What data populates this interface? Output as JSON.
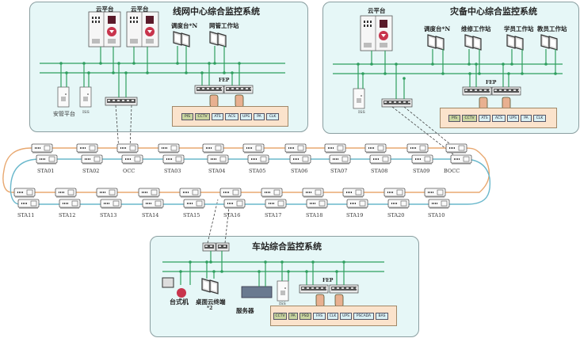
{
  "diagram": {
    "line_center": {
      "title": "线网中心综合监控系统",
      "cloud_platforms": [
        "云平台",
        "云平台"
      ],
      "workstations": [
        {
          "label": "调度台*N"
        },
        {
          "label": "网管工作站"
        }
      ],
      "fep_label": "FEP",
      "servers": [
        {
          "label": "安管平台"
        },
        {
          "label": "ISS"
        }
      ],
      "subsystems": [
        {
          "label": "PIS",
          "style": "green"
        },
        {
          "label": "CCTV",
          "style": "green"
        },
        {
          "label": "ATS",
          "style": "blue"
        },
        {
          "label": "ACS",
          "style": "blue"
        },
        {
          "label": "UPS",
          "style": "blue"
        },
        {
          "label": "PA",
          "style": "blue"
        },
        {
          "label": "CLK",
          "style": "blue"
        }
      ]
    },
    "backup_center": {
      "title": "灾备中心综合监控系统",
      "cloud_platforms": [
        "云平台"
      ],
      "workstations": [
        {
          "label": "调度台*N"
        },
        {
          "label": "维修工作站"
        },
        {
          "label": "学员工作站"
        },
        {
          "label": "教员工作站"
        }
      ],
      "fep_label": "FEP",
      "servers": [
        {
          "label": "ISS"
        }
      ],
      "subsystems": [
        {
          "label": "PIS",
          "style": "green"
        },
        {
          "label": "CCTV",
          "style": "green"
        },
        {
          "label": "ATS",
          "style": "blue"
        },
        {
          "label": "ACS",
          "style": "blue"
        },
        {
          "label": "UPS",
          "style": "blue"
        },
        {
          "label": "PA",
          "style": "blue"
        },
        {
          "label": "CLK",
          "style": "blue"
        }
      ]
    },
    "ring": {
      "top_row": [
        "STA01",
        "STA02",
        "OCC",
        "STA03",
        "STA04",
        "STA05",
        "STA06",
        "STA07",
        "STA08",
        "STA09",
        "BOCC"
      ],
      "bottom_row": [
        "STA11",
        "STA12",
        "STA13",
        "STA14",
        "STA15",
        "STA16",
        "STA17",
        "STA18",
        "STA19",
        "STA20",
        "STA10"
      ],
      "colors": {
        "outer": "#e8a870",
        "inner": "#6ab8cc"
      }
    },
    "station": {
      "title": "车站综合监控系统",
      "devices": [
        {
          "label": "台式机"
        },
        {
          "label": "桌面云终端",
          "sub": "*2"
        },
        {
          "label": "服务器"
        },
        {
          "label": "ISS"
        }
      ],
      "fep_label": "FEP",
      "subsystems": [
        {
          "label": "CCTV",
          "style": "green"
        },
        {
          "label": "PA",
          "style": "green"
        },
        {
          "label": "PSD",
          "style": "green"
        },
        {
          "label": "FAS",
          "style": "blue"
        },
        {
          "label": "CLK",
          "style": "blue"
        },
        {
          "label": "UPS",
          "style": "blue"
        },
        {
          "label": "PSCADA",
          "style": "blue"
        },
        {
          "label": "BAS",
          "style": "blue"
        }
      ]
    },
    "colors": {
      "panel_bg": "#e6f7f7",
      "bus": "#2e9e5e",
      "subsystem_bg": "#fbe3cc"
    }
  }
}
